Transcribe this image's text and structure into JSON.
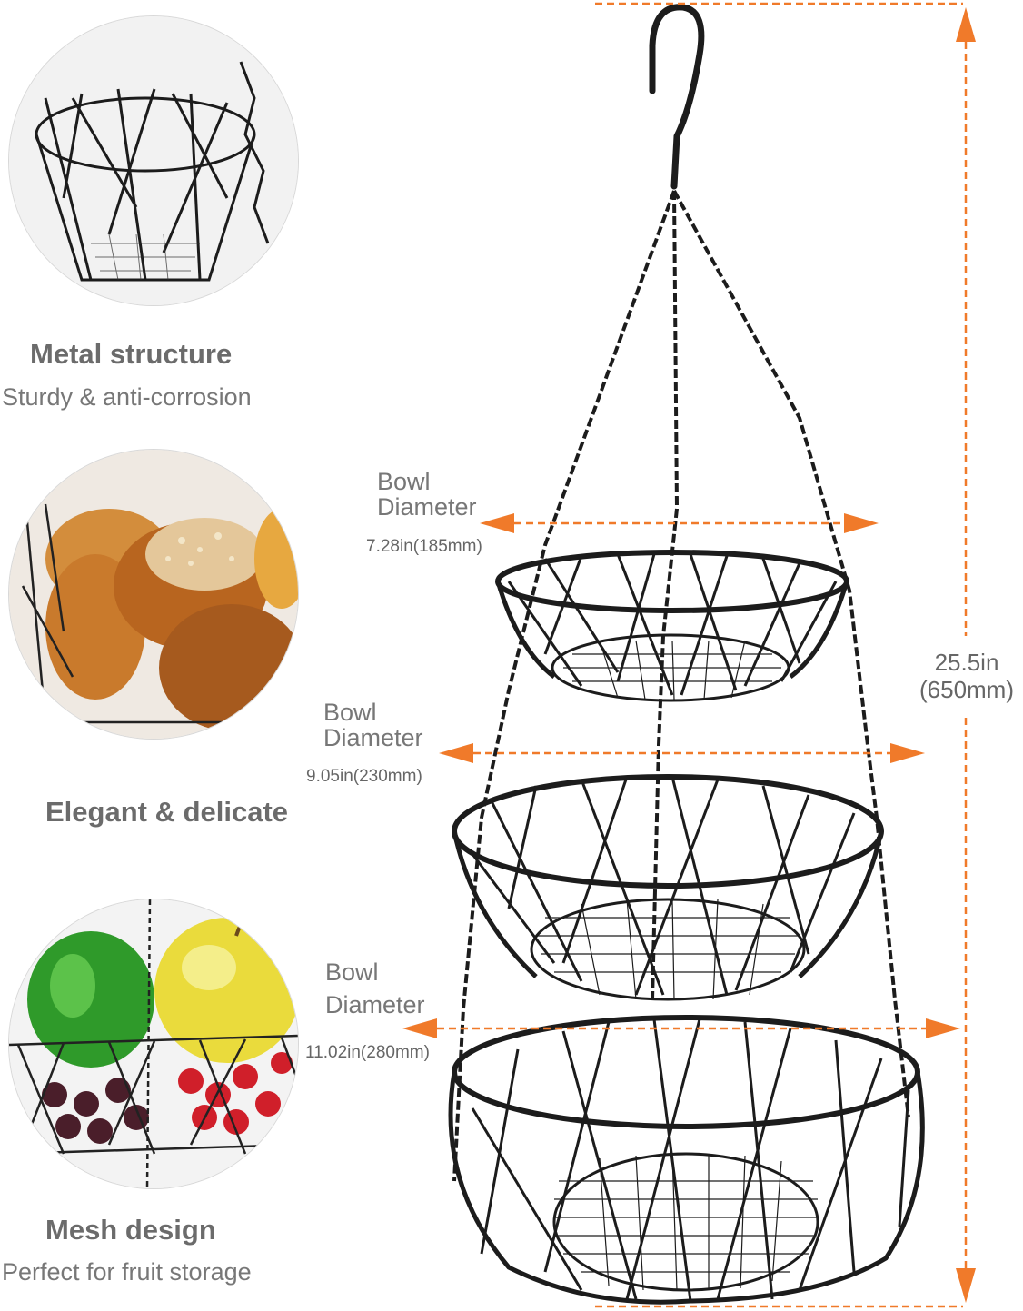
{
  "features": [
    {
      "title": "Metal structure",
      "subtitle": "Sturdy & anti-corrosion",
      "icon": "wire-basket-closeup"
    },
    {
      "title": "Elegant & delicate",
      "subtitle": "",
      "icon": "bread-in-basket"
    },
    {
      "title": "Mesh design",
      "subtitle": "Perfect for fruit storage",
      "icon": "fruit-in-basket"
    }
  ],
  "dimensions": {
    "top": {
      "label_line1": "Bowl",
      "label_line2": "Diameter",
      "value": "7.28in(185mm)"
    },
    "middle": {
      "label_line1": "Bowl",
      "label_line2": "Diameter",
      "value": "9.05in(230mm)"
    },
    "bottom": {
      "label_line1": "Bowl",
      "label_line2": "Diameter",
      "value": "11.02in(280mm)"
    },
    "height": {
      "line1": "25.5in",
      "line2": "(650mm)"
    }
  },
  "colors": {
    "accent": "#F07A2A",
    "wire": "#1c1c1c",
    "text": "#6b6b6b"
  }
}
